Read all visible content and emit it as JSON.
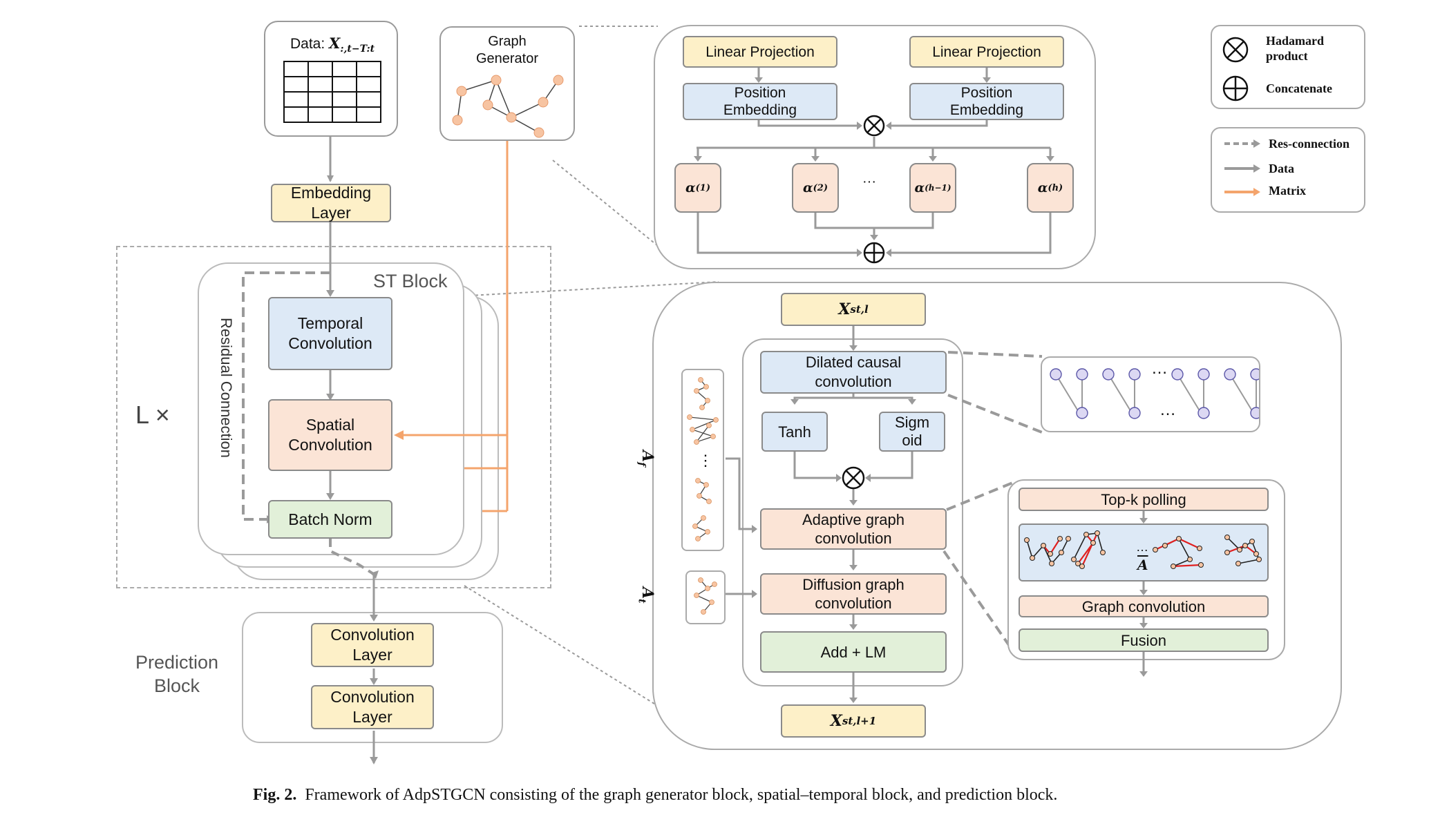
{
  "data_box": {
    "label": "Data:",
    "symbol": "X",
    "subscript": ":,t−T:t"
  },
  "graph_generator": {
    "label_line1": "Graph",
    "label_line2": "Generator"
  },
  "embedding": {
    "line1": "Embedding",
    "line2": "Layer"
  },
  "st_block": {
    "title": "ST Block",
    "repeat": "L ×",
    "residual": "Residual Connection",
    "temporal": {
      "line1": "Temporal",
      "line2": "Convolution"
    },
    "spatial": {
      "line1": "Spatial",
      "line2": "Convolution"
    },
    "batch_norm": "Batch Norm"
  },
  "prediction_block": {
    "title_line1": "Prediction",
    "title_line2": "Block",
    "conv1": {
      "line1": "Convolution",
      "line2": "Layer"
    },
    "conv2": {
      "line1": "Convolution",
      "line2": "Layer"
    }
  },
  "attention": {
    "linear1": "Linear Projection",
    "linear2": "Linear Projection",
    "pos1": {
      "line1": "Position",
      "line2": "Embedding"
    },
    "pos2": {
      "line1": "Position",
      "line2": "Embedding"
    },
    "heads": [
      {
        "sym": "α",
        "sup": "(1)"
      },
      {
        "sym": "α",
        "sup": "(2)"
      },
      {
        "sym": "α",
        "sup": "(h−1)"
      },
      {
        "sym": "α",
        "sup": "(h)"
      }
    ],
    "ellipsis": "···"
  },
  "legend": {
    "hadamard_line1": "Hadamard",
    "hadamard_line2": "product",
    "concatenate": "Concatenate",
    "res_connection": "Res-connection",
    "data": "Data",
    "matrix": "Matrix",
    "colors": {
      "res": "#9a9a9a",
      "data": "#9a9a9a",
      "matrix": "#f4a46c"
    }
  },
  "detail": {
    "input": {
      "sym": "X",
      "sup": "st,l"
    },
    "output": {
      "sym": "X",
      "sup": "st,l+1"
    },
    "dilated": {
      "line1": "Dilated causal",
      "line2": "convolution"
    },
    "tanh": "Tanh",
    "sigmoid": {
      "line1": "Sigm",
      "line2": "oid"
    },
    "adaptive": {
      "line1": "Adaptive graph",
      "line2": "convolution"
    },
    "diffusion": {
      "line1": "Diffusion graph",
      "line2": "convolution"
    },
    "add_lm": "Add + LM",
    "af": {
      "sym": "A",
      "sub": "f"
    },
    "at": {
      "sym": "A",
      "sub": "t"
    },
    "ellipsis_v": "⋮",
    "tcn_ellipsis": "…"
  },
  "topk": {
    "polling": "Top-k polling",
    "abar": "A",
    "ellipsis": "…",
    "graph_conv": "Graph convolution",
    "fusion": "Fusion"
  },
  "caption": {
    "label": "Fig. 2.",
    "text": "Framework of AdpSTGCN consisting of the graph generator block, spatial–temporal block, and prediction block."
  }
}
